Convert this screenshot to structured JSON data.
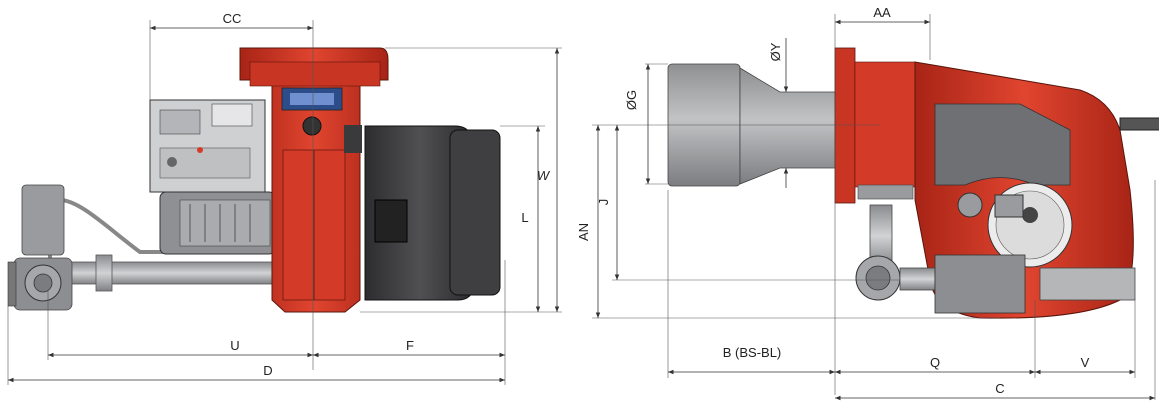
{
  "colors": {
    "housing_red": "#d63a2a",
    "housing_dark_red": "#9e2418",
    "motor_grey": "#8e9093",
    "panel_grey": "#c9cacc",
    "hood_dark": "#3a3a3c",
    "tube_grey": "#a8a8aa",
    "pipe_grey": "#b5b6b8"
  },
  "left_view": {
    "dimensions": {
      "cc": "CC",
      "w": "W",
      "l": "L",
      "u": "U",
      "f": "F",
      "d": "D"
    }
  },
  "right_view": {
    "dimensions": {
      "aa": "AA",
      "oy": "ØY",
      "og": "ØG",
      "an": "AN",
      "j": "J",
      "b": "B (BS-BL)",
      "q": "Q",
      "v": "V",
      "c": "C"
    }
  }
}
